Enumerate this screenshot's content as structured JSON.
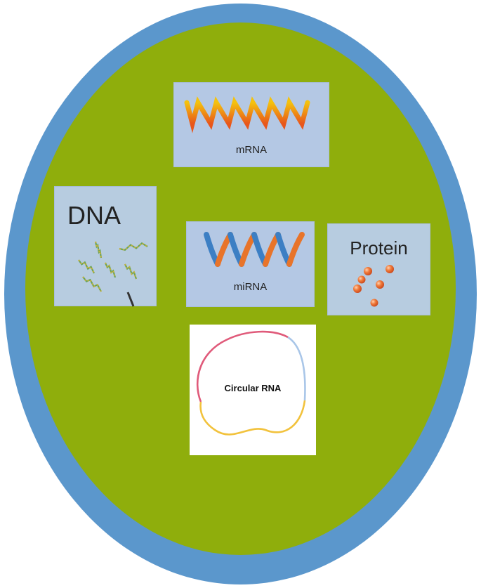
{
  "cell": {
    "membrane_color": "#5b97cc",
    "cytoplasm_color": "#8fae0c"
  },
  "cards": {
    "mrna": {
      "label": "mRNA",
      "icon": "mrna-helix-icon",
      "colors": [
        "#f4c20d",
        "#e8561b"
      ]
    },
    "dna": {
      "label": "DNA",
      "icon": "dna-strands-icon",
      "colors": [
        "#6aa35a",
        "#c8b23a"
      ]
    },
    "mirna": {
      "label": "miRNA",
      "icon": "mirna-helix-icon",
      "colors": [
        "#3c7fc4",
        "#e8742a"
      ]
    },
    "protein": {
      "label": "Protein",
      "icon": "protein-spheres-icon",
      "colors": [
        "#f07a3a"
      ]
    },
    "circular_rna": {
      "label": "Circular RNA",
      "icon": "circular-rna-loop-icon",
      "colors": [
        "#e05a7a",
        "#a9c6e8",
        "#f2c23c"
      ]
    }
  }
}
